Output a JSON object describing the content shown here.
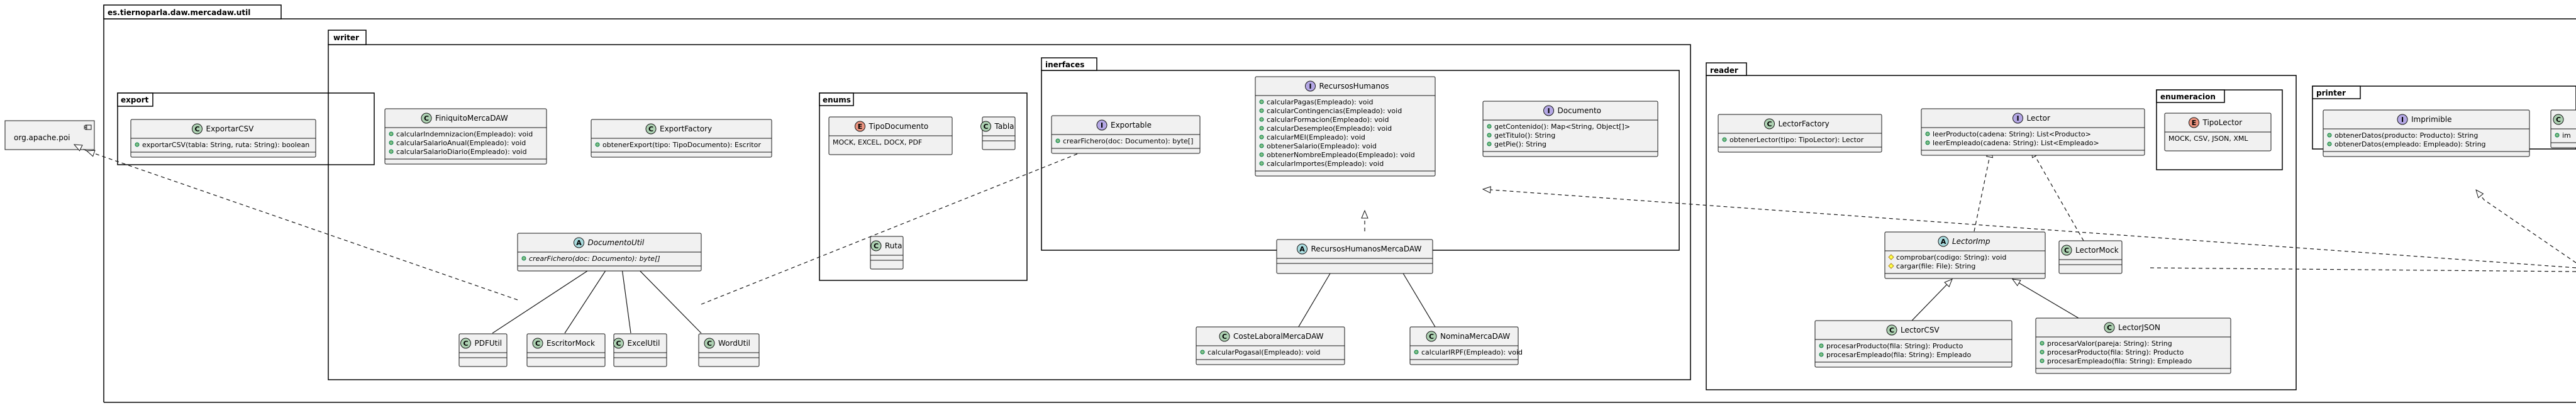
{
  "diagram": {
    "root_package": "es.tiernoparla.daw.mercadaw.util",
    "external_component": "org.apache.poi",
    "packages": {
      "export": "export",
      "writer": "writer",
      "enums": "enums",
      "inerfaces": "inerfaces",
      "reader": "reader",
      "enumeracion": "enumeracion",
      "printer": "printer"
    },
    "classes": {
      "exportar_csv": {
        "name": "ExportarCSV",
        "kind": "C",
        "members": [
          "+ exportarCSV(tabla: String, ruta: String): boolean"
        ]
      },
      "finiquito": {
        "name": "FiniquitoMercaDAW",
        "kind": "C",
        "members": [
          "+ calcularIndemnizacion(Empleado): void",
          "+ calcularSalarioAnual(Empleado): void",
          "+ calcularSalarioDiario(Empleado): void"
        ]
      },
      "export_factory": {
        "name": "ExportFactory",
        "kind": "C",
        "members": [
          "+ obtenerExport(tipo: TipoDocumento): Escritor"
        ]
      },
      "tipo_documento": {
        "name": "TipoDocumento",
        "kind": "E",
        "members": [
          "MOCK, EXCEL, DOCX, PDF"
        ]
      },
      "tabla": {
        "name": "Tabla",
        "kind": "C",
        "members": []
      },
      "ruta": {
        "name": "Ruta",
        "kind": "C",
        "members": []
      },
      "exportable": {
        "name": "Exportable",
        "kind": "I",
        "members": [
          "+ crearFichero(doc: Documento): byte[]"
        ]
      },
      "recursos_humanos": {
        "name": "RecursosHumanos",
        "kind": "I",
        "members": [
          "+ calcularPagas(Empleado): void",
          "+ calcularContingencias(Empleado): void",
          "+ calcularFormacion(Empleado): void",
          "+ calcularDesempleo(Empleado): void",
          "+ calcularMEI(Empleado): void",
          "+ obtenerSalario(Empleado): void",
          "+ obtenerNombreEmpleado(Empleado): void",
          "+ calcularImportes(Empleado): void"
        ]
      },
      "documento": {
        "name": "Documento",
        "kind": "I",
        "members": [
          "+ getContenido(): Map<String, Object[]>",
          "+ getTitulo(): String",
          "+ getPie(): String"
        ]
      },
      "documento_util": {
        "name": "DocumentoUtil",
        "kind": "A",
        "members": [
          "+ crearFichero(doc: Documento): byte[]"
        ]
      },
      "rrhh_mercadaw": {
        "name": "RecursosHumanosMercaDAW",
        "kind": "A",
        "members": []
      },
      "pdf_util": {
        "name": "PDFUtil",
        "kind": "C",
        "members": []
      },
      "escritor_mock": {
        "name": "EscritorMock",
        "kind": "C",
        "members": []
      },
      "excel_util": {
        "name": "ExcelUtil",
        "kind": "C",
        "members": []
      },
      "word_util": {
        "name": "WordUtil",
        "kind": "C",
        "members": []
      },
      "coste_laboral": {
        "name": "CosteLaboralMercaDAW",
        "kind": "C",
        "members": [
          "+ calcularPogasal(Empleado): void"
        ]
      },
      "nomina": {
        "name": "NominaMercaDAW",
        "kind": "C",
        "members": [
          "+ calcularIRPF(Empleado): void"
        ]
      },
      "lector_factory": {
        "name": "LectorFactory",
        "kind": "C",
        "members": [
          "+ obtenerLector(tipo: TipoLector): Lector"
        ]
      },
      "lector": {
        "name": "Lector",
        "kind": "I",
        "members": [
          "+ leerProducto(cadena: String): List<Producto>",
          "+ leerEmpleado(cadena: String): List<Empleado>"
        ]
      },
      "tipo_lector": {
        "name": "TipoLector",
        "kind": "E",
        "members": [
          "MOCK, CSV, JSON, XML"
        ]
      },
      "lector_imp": {
        "name": "LectorImp",
        "kind": "A",
        "members": [
          "# comprobar(codigo: String): void",
          "# cargar(file: File): String"
        ]
      },
      "lector_mock": {
        "name": "LectorMock",
        "kind": "C",
        "members": []
      },
      "lector_csv": {
        "name": "LectorCSV",
        "kind": "C",
        "members": [
          "+ procesarProducto(fila: String): Producto",
          "+ procesarEmpleado(fila: String): Empleado"
        ]
      },
      "lector_json": {
        "name": "LectorJSON",
        "kind": "C",
        "members": [
          "+ procesarValor(pareja: String): String",
          "+ procesarProducto(fila: String): Producto",
          "+ procesarEmpleado(fila: String): Empleado"
        ]
      },
      "imprimible": {
        "name": "Imprimible",
        "kind": "I",
        "members": [
          "+ obtenerDatos(producto: Producto): String",
          "+ obtenerDatos(empleado: Empleado): String"
        ]
      },
      "printer_partial": {
        "name": "",
        "kind": "C",
        "members": [
          "+ im"
        ]
      }
    }
  },
  "colors": {
    "class_fill": "#f1f1f1",
    "class_border": "#181818",
    "circle_class": "#add1b2",
    "circle_interface": "#b4a7e5",
    "circle_abstract": "#a9dcdf",
    "circle_enum": "#eb937f",
    "component_fill": "#f1f1f1"
  }
}
